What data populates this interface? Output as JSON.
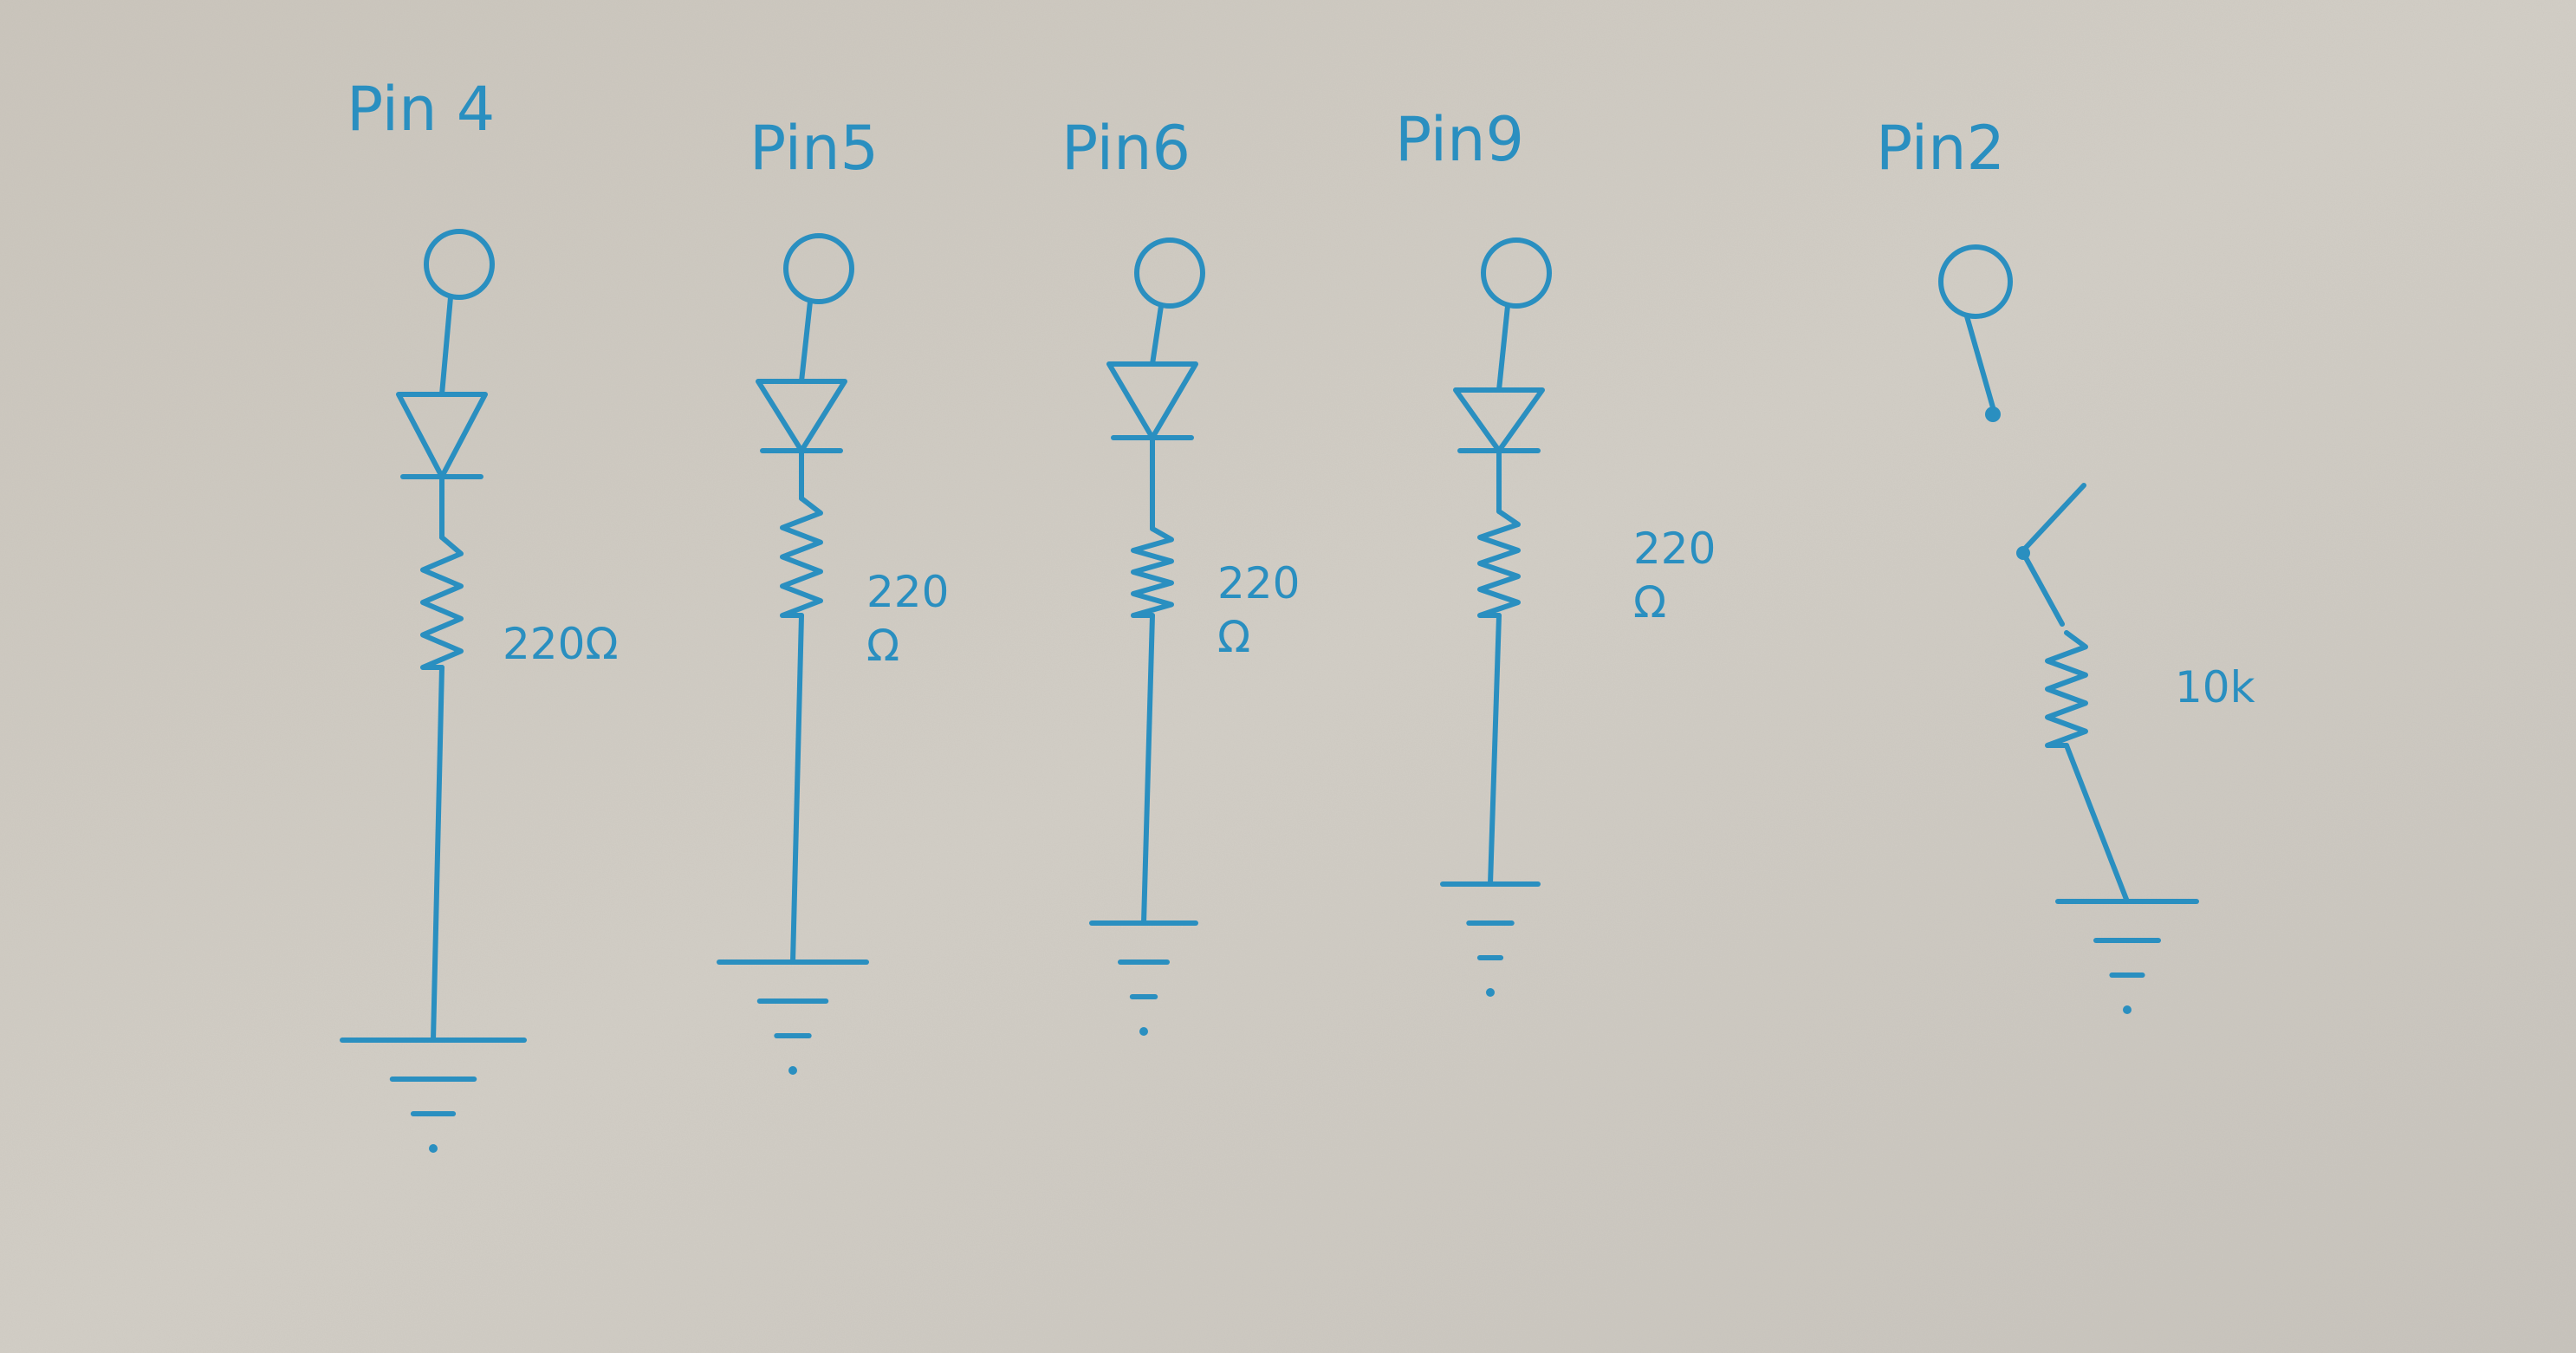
{
  "colors": {
    "paper": "#cfcac2",
    "ink": "#2a8fc0"
  },
  "circuits": [
    {
      "pin_label": "Pin 4",
      "type": "led",
      "resistor_label_lines": [
        "220Ω"
      ]
    },
    {
      "pin_label": "Pin5",
      "type": "led",
      "resistor_label_lines": [
        "220",
        "Ω"
      ]
    },
    {
      "pin_label": "Pin6",
      "type": "led",
      "resistor_label_lines": [
        "220",
        "Ω"
      ]
    },
    {
      "pin_label": "Pin9",
      "type": "led",
      "resistor_label_lines": [
        "220",
        "Ω"
      ]
    },
    {
      "pin_label": "Pin2",
      "type": "switch",
      "resistor_label_lines": [
        "10k"
      ]
    }
  ]
}
